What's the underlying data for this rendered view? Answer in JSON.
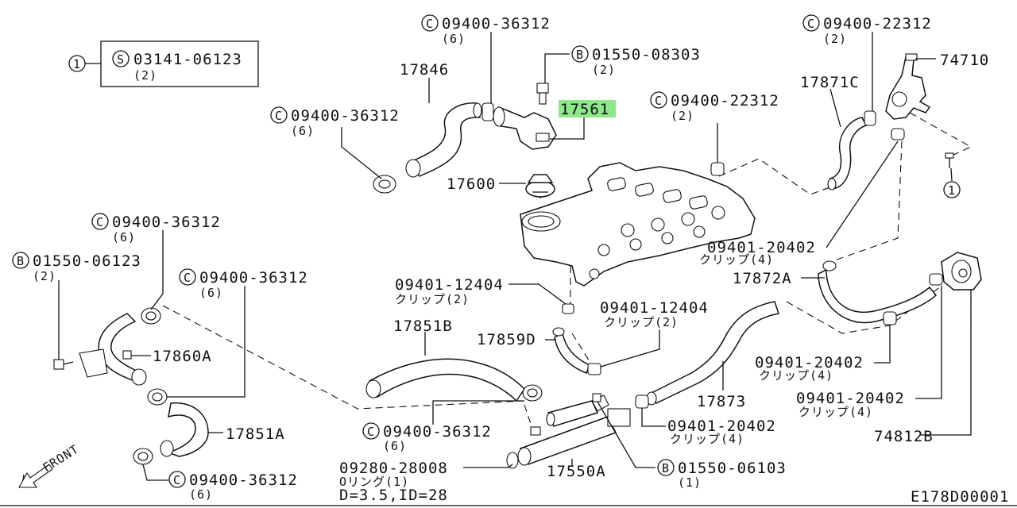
{
  "diagram": {
    "callout_box": {
      "circle": "1",
      "prefix": "S",
      "part": "03141-06123",
      "qty": "(2)"
    },
    "labels": {
      "c_36312_top": {
        "prefix": "C",
        "part": "09400-36312",
        "qty": "(6)"
      },
      "b_08303": {
        "prefix": "B",
        "part": "01550-08303",
        "qty": "(2)"
      },
      "c_22312_top": {
        "prefix": "C",
        "part": "09400-22312",
        "qty": "(2)"
      },
      "p_74710": "74710",
      "p_17846": "17846",
      "p_17561": "17561",
      "p_17871c": "17871C",
      "c_36312_mid": {
        "prefix": "C",
        "part": "09400-36312",
        "qty": "(6)"
      },
      "c_22312_mid": {
        "prefix": "C",
        "part": "09400-22312",
        "qty": "(2)"
      },
      "p_17600": "17600",
      "circle_1_right": "1",
      "c_36312_left": {
        "prefix": "C",
        "part": "09400-36312",
        "qty": "(6)"
      },
      "b_06123": {
        "prefix": "B",
        "part": "01550-06123",
        "qty": "(2)"
      },
      "c_36312_left2": {
        "prefix": "C",
        "part": "09400-36312",
        "qty": "(6)"
      },
      "clip_20402_a": {
        "part": "09401-20402",
        "note": "クリップ(4)"
      },
      "p_17872a": "17872A",
      "clip_12404_a": {
        "part": "09401-12404",
        "note": "クリップ(2)"
      },
      "clip_12404_b": {
        "part": "09401-12404",
        "note": "クリップ(2)"
      },
      "p_17860a": "17860A",
      "p_17851b": "17851B",
      "p_17859d": "17859D",
      "clip_20402_b": {
        "part": "09401-20402",
        "note": "クリップ(4)"
      },
      "clip_20402_c": {
        "part": "09401-20402",
        "note": "クリップ(4)"
      },
      "p_17873": "17873",
      "c_36312_bottom": {
        "prefix": "C",
        "part": "09400-36312",
        "qty": "(6)"
      },
      "p_17851a": "17851A",
      "clip_20402_d": {
        "part": "09401-20402",
        "note": "クリップ(4)"
      },
      "p_74812b": "74812B",
      "oring": {
        "part": "09280-28008",
        "note": "Oリング(1)",
        "dims": "D=3.5,ID=28"
      },
      "p_17550a": "17550A",
      "b_06103": {
        "prefix": "B",
        "part": "01550-06103",
        "qty": "(1)"
      },
      "c_36312_bl": {
        "prefix": "C",
        "part": "09400-36312",
        "qty": "(6)"
      },
      "front": "FRONT",
      "code": "E178D00001"
    },
    "colors": {
      "highlight": "#8ee88a",
      "ink": "#111111"
    }
  }
}
